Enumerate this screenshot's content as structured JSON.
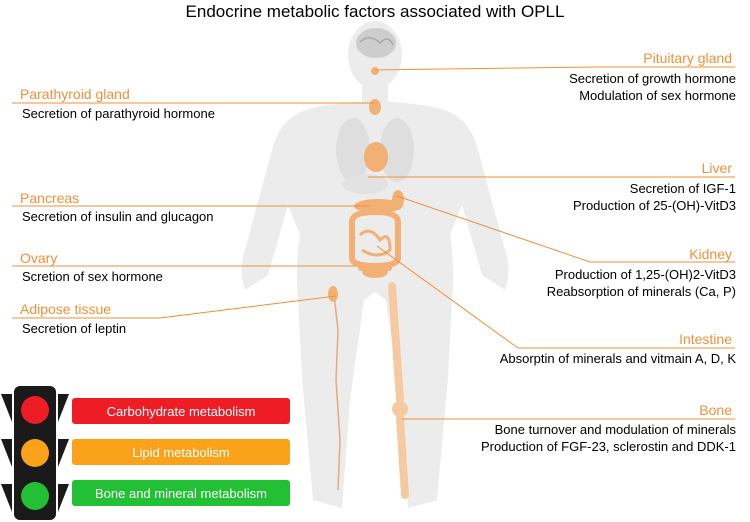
{
  "title": "Endocrine metabolic factors associated with OPLL",
  "colors": {
    "accent": "#f0913a",
    "red": "#ee1c25",
    "orange": "#f9a21a",
    "green": "#22c135",
    "light_black": "#1a1a1a"
  },
  "organs": [
    {
      "id": "pituitary",
      "name": "Pituitary gland",
      "side": "right",
      "lines": [
        "Secretion of growth hormone",
        "Modulation of sex hormone"
      ]
    },
    {
      "id": "parathyroid",
      "name": "Parathyroid gland",
      "side": "left",
      "lines": [
        "Secretion of parathyroid hormone"
      ]
    },
    {
      "id": "liver",
      "name": "Liver",
      "side": "right",
      "lines": [
        "Secretion of IGF-1",
        "Production of 25-(OH)-VitD3"
      ]
    },
    {
      "id": "pancreas",
      "name": "Pancreas",
      "side": "left",
      "lines": [
        "Secretion of insulin and glucagon"
      ]
    },
    {
      "id": "kidney",
      "name": "Kidney",
      "side": "right",
      "lines": [
        "Production of 1,25-(OH)2-VitD3",
        "Reabsorption of minerals (Ca, P)"
      ]
    },
    {
      "id": "ovary",
      "name": "Ovary",
      "side": "left",
      "lines": [
        "Scretion of sex hormone"
      ]
    },
    {
      "id": "intestine",
      "name": "Intestine",
      "side": "right",
      "lines": [
        "Absorptin of minerals and vitmain A, D, K"
      ]
    },
    {
      "id": "adipose",
      "name": "Adipose tissue",
      "side": "left",
      "lines": [
        "Secretion of leptin"
      ]
    },
    {
      "id": "bone",
      "name": "Bone",
      "side": "right",
      "lines": [
        "Bone turnover and modulation of minerals",
        "Production of FGF-23, sclerostin and DDK-1"
      ]
    }
  ],
  "legend": [
    {
      "label": "Carbohydrate metabolism",
      "color": "#ee1c25"
    },
    {
      "label": "Lipid metabolism",
      "color": "#f9a21a"
    },
    {
      "label": "Bone and mineral metabolism",
      "color": "#22c135"
    }
  ]
}
